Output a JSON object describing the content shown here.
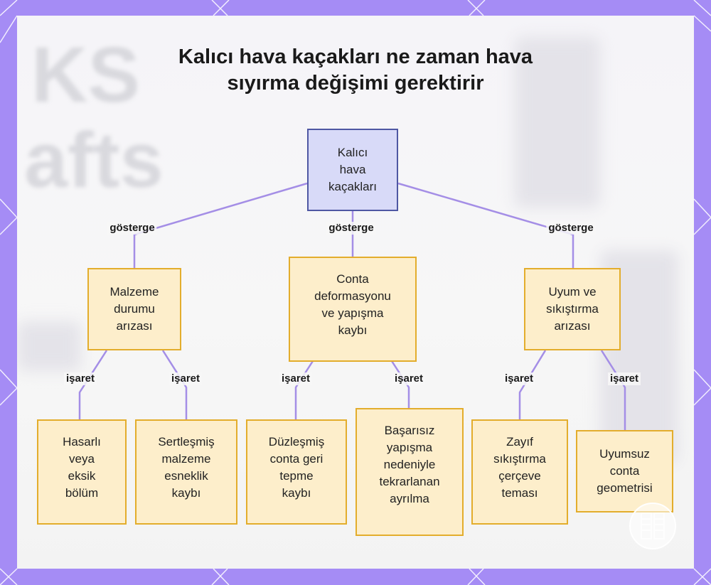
{
  "title_lines": [
    "Kalıcı hava kaçakları ne zaman hava",
    "sıyırma değişimi gerektirir"
  ],
  "nodes": {
    "root": "Kalıcı\nhava\nkaçakları",
    "c1": "Malzeme\ndurumu\narızası",
    "c2": "Conta\ndeformasyonu\nve yapışma\nkaybı",
    "c3": "Uyum ve\nsıkıştırma\narızası",
    "l1": "Hasarlı\nveya\neksik\nbölüm",
    "l2": "Sertleşmiş\nmalzeme\nesneklik\nkaybı",
    "l3": "Düzleşmiş\nconta geri\ntepme\nkaybı",
    "l4": "Başarısız\nyapışma\nnedeniyle\ntekrarlanan\nayrılma",
    "l5": "Zayıf\nsıkıştırma\nçerçeve\nteması",
    "l6": "Uyumsuz\nconta\ngeometrisi"
  },
  "edge_labels": {
    "indicator": "gösterge",
    "sign": "işaret"
  },
  "colors": {
    "frame": "#a58cf5",
    "edge": "#a48ee6",
    "node_fill": "#fdeecb",
    "node_border": "#e3ad2c",
    "root_fill": "#d8daf8",
    "root_border": "#4e57a3"
  }
}
